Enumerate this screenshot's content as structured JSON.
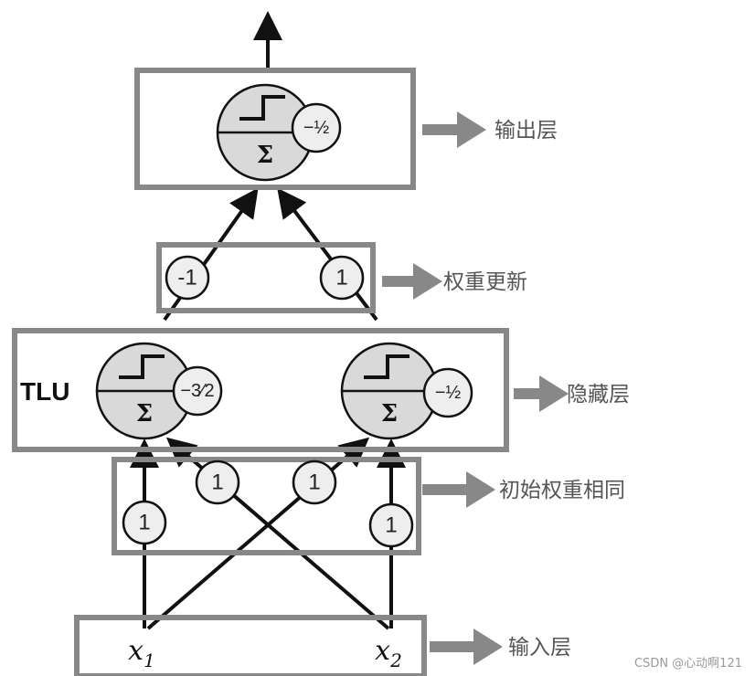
{
  "labels": {
    "output_layer": "输出层",
    "weight_update": "权重更新",
    "hidden_layer": "隐藏层",
    "initial_weights": "初始权重相同",
    "input_layer": "输入层"
  },
  "tlu_label": "TLU",
  "neurons": {
    "output": {
      "sigma": "Σ",
      "bias": "−½"
    },
    "hidden_left": {
      "sigma": "Σ",
      "bias": "−3⁄2"
    },
    "hidden_right": {
      "sigma": "Σ",
      "bias": "−½"
    }
  },
  "weights": {
    "hidden_to_output_left": "-1",
    "hidden_to_output_right": "1",
    "x1_to_h1": "1",
    "x2_to_h1": "1",
    "x1_to_h2": "1",
    "x2_to_h2": "1"
  },
  "inputs": {
    "x1": {
      "base": "x",
      "sub": "1"
    },
    "x2": {
      "base": "x",
      "sub": "2"
    }
  },
  "watermark": "CSDN @心动啊121",
  "colors": {
    "box_stroke": "#888888",
    "neuron_fill": "#d9d9d9",
    "weight_fill": "#eeeeee",
    "arrow_fill": "#888888",
    "edge_stroke": "#111111"
  }
}
